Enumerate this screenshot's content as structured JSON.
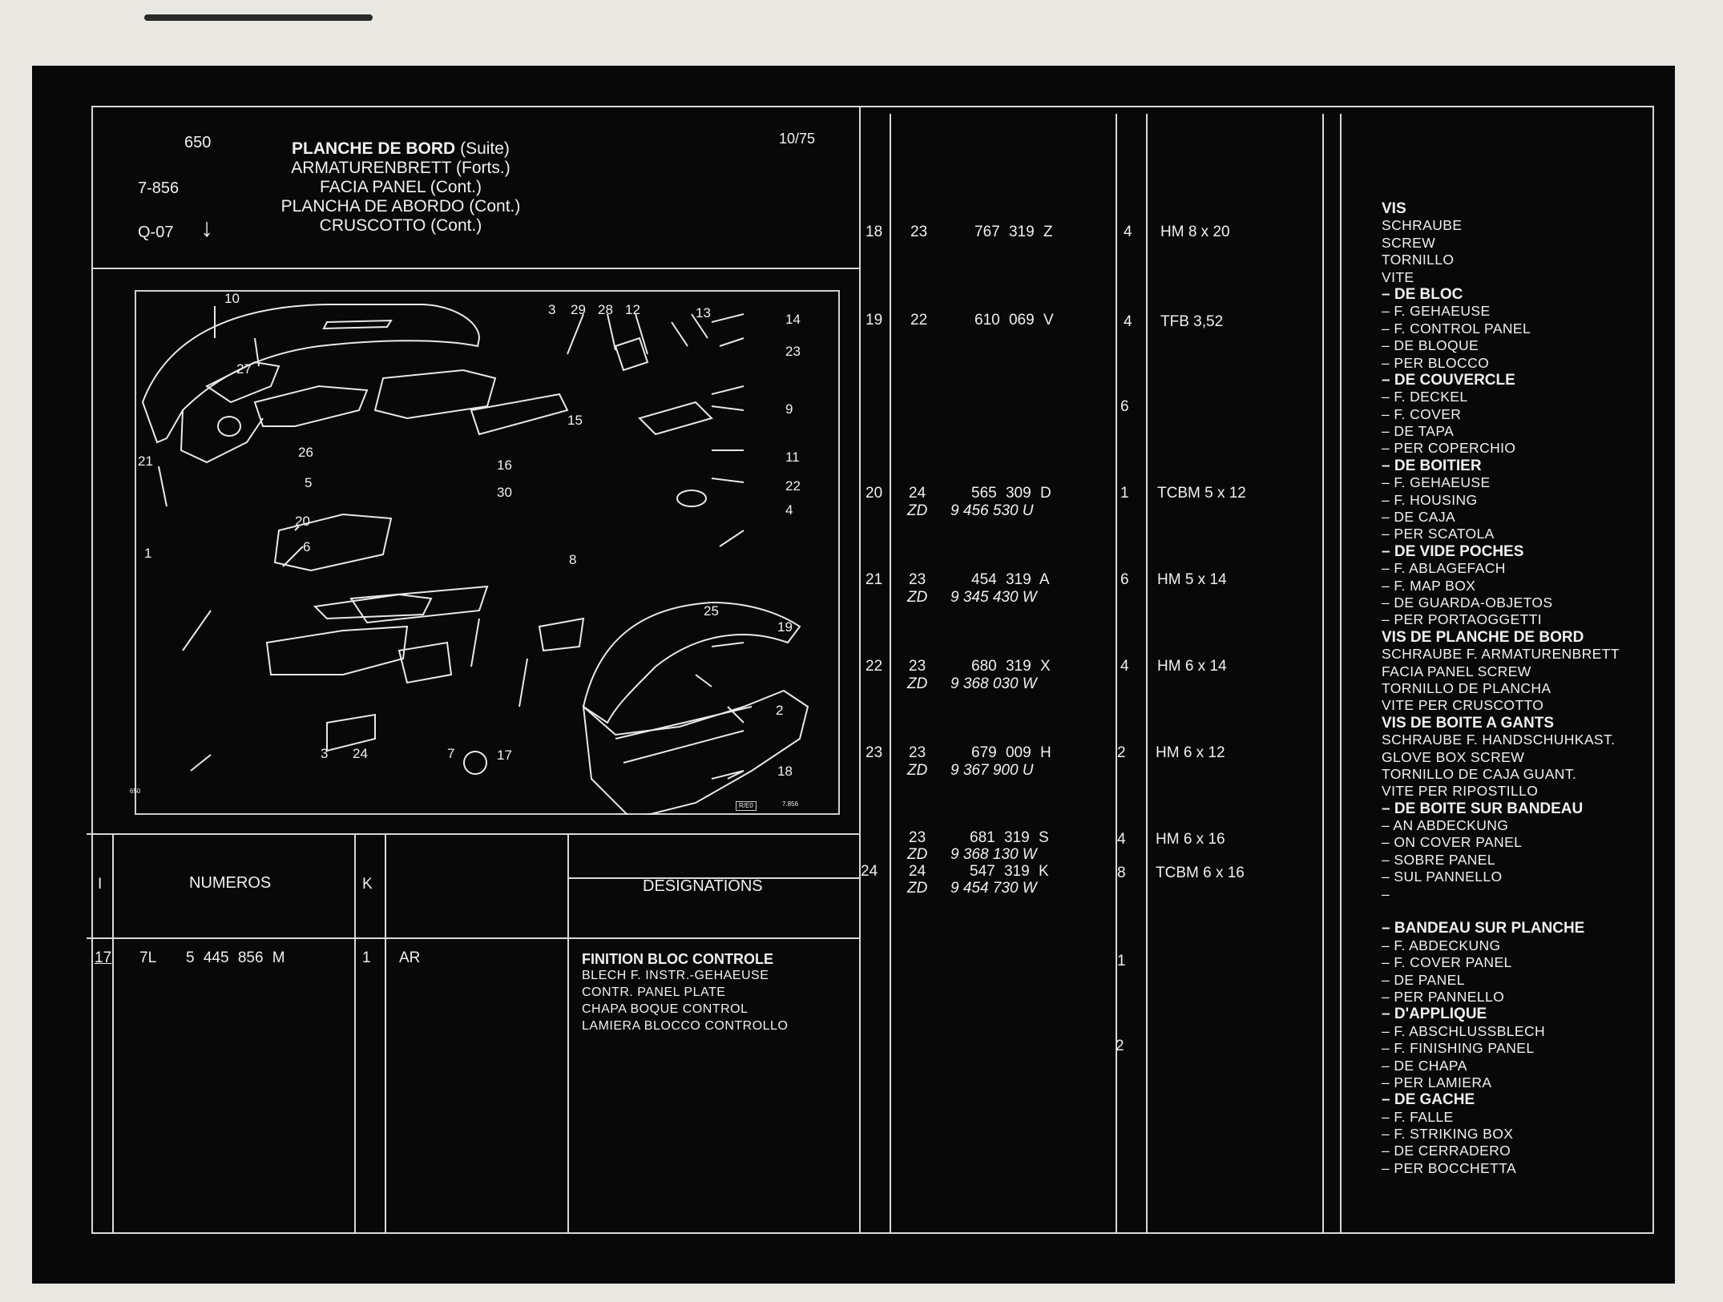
{
  "header": {
    "page_number": "650",
    "model_code": "7-856",
    "sub_code": "Q-07",
    "arrow": "↓",
    "date_code": "10/75",
    "title_main": "PLANCHE DE BORD",
    "title_suite": "(Suite)",
    "title_de": "ARMATURENBRETT (Forts.)",
    "title_en": "FACIA PANEL (Cont.)",
    "title_es": "PLANCHA DE ABORDO (Cont.)",
    "title_it": "CRUSCOTTO (Cont.)"
  },
  "diagram": {
    "callouts": [
      "10",
      "27",
      "3",
      "29",
      "28",
      "12",
      "13",
      "14",
      "23",
      "9",
      "21",
      "26",
      "15",
      "16",
      "11",
      "5",
      "30",
      "22",
      "20",
      "4",
      "6",
      "1",
      "8",
      "25",
      "19",
      "2",
      "3",
      "24",
      "7",
      "17",
      "18"
    ],
    "footer_left": "650",
    "footer_right": "7.856",
    "footer_box": "R/E0"
  },
  "table_header": {
    "col_index": "I",
    "col_numeros": "NUMEROS",
    "col_k": "K",
    "col_designations": "DESIGNATIONS"
  },
  "left_row": {
    "index": "17",
    "prefix": "7L",
    "number": "5 445 856 M",
    "qty": "1",
    "side": "AR",
    "desc_bold": "FINITION BLOC CONTROLE",
    "desc_lines": [
      "BLECH F. INSTR.-GEHAEUSE",
      "CONTR. PANEL PLATE",
      "CHAPA BOQUE CONTROL",
      "LAMIERA BLOCCO CONTROLLO"
    ]
  },
  "right_rows": [
    {
      "index": "18",
      "code": "23",
      "number": "767 319 Z",
      "alt_code": "",
      "alt_number": "",
      "qty": "4",
      "size": "HM 8 x 20"
    },
    {
      "index": "19",
      "code": "22",
      "number": "610 069 V",
      "alt_code": "",
      "alt_number": "",
      "qty": "4",
      "size": "TFB 3,52"
    },
    {
      "index": "",
      "code": "",
      "number": "",
      "alt_code": "",
      "alt_number": "",
      "qty": "6",
      "size": ""
    },
    {
      "index": "20",
      "code": "24",
      "number": "565 309 D",
      "alt_code": "ZD",
      "alt_number": "9 456 530 U",
      "qty": "1",
      "size": "TCBM 5 x 12"
    },
    {
      "index": "21",
      "code": "23",
      "number": "454 319 A",
      "alt_code": "ZD",
      "alt_number": "9 345 430 W",
      "qty": "6",
      "size": "HM 5 x 14"
    },
    {
      "index": "22",
      "code": "23",
      "number": "680 319 X",
      "alt_code": "ZD",
      "alt_number": "9 368 030 W",
      "qty": "4",
      "size": "HM 6 x 14"
    },
    {
      "index": "23",
      "code": "23",
      "number": "679 009 H",
      "alt_code": "ZD",
      "alt_number": "9 367 900 U",
      "qty": "2",
      "size": "HM 6 x 12"
    },
    {
      "index": "",
      "code": "23",
      "number": "681 319 S",
      "alt_code": "ZD",
      "alt_number": "9 368 130 W",
      "qty": "4",
      "size": "HM 6 x 16"
    },
    {
      "index": "24",
      "code": "24",
      "number": "547 319 K",
      "alt_code": "ZD",
      "alt_number": "9 454 730 W",
      "qty": "8",
      "size": "TCBM 6 x 16"
    },
    {
      "index": "",
      "code": "",
      "number": "",
      "alt_code": "",
      "alt_number": "",
      "qty": "1",
      "size": ""
    },
    {
      "index": "",
      "code": "",
      "number": "",
      "alt_code": "",
      "alt_number": "",
      "qty": "2",
      "size": ""
    }
  ],
  "designations": [
    {
      "text": "VIS",
      "bold": true
    },
    {
      "text": "SCHRAUBE",
      "bold": false
    },
    {
      "text": "SCREW",
      "bold": false
    },
    {
      "text": "TORNILLO",
      "bold": false
    },
    {
      "text": "VITE",
      "bold": false
    },
    {
      "text": "– DE BLOC",
      "bold": true
    },
    {
      "text": "– F. GEHAEUSE",
      "bold": false
    },
    {
      "text": "– F. CONTROL PANEL",
      "bold": false
    },
    {
      "text": "– DE BLOQUE",
      "bold": false
    },
    {
      "text": "– PER BLOCCO",
      "bold": false
    },
    {
      "text": "– DE COUVERCLE",
      "bold": true
    },
    {
      "text": "– F. DECKEL",
      "bold": false
    },
    {
      "text": "– F. COVER",
      "bold": false
    },
    {
      "text": "– DE TAPA",
      "bold": false
    },
    {
      "text": "– PER COPERCHIO",
      "bold": false
    },
    {
      "text": "– DE BOITIER",
      "bold": true
    },
    {
      "text": "– F. GEHAEUSE",
      "bold": false
    },
    {
      "text": "– F. HOUSING",
      "bold": false
    },
    {
      "text": "– DE CAJA",
      "bold": false
    },
    {
      "text": "– PER SCATOLA",
      "bold": false
    },
    {
      "text": "– DE VIDE POCHES",
      "bold": true
    },
    {
      "text": "– F. ABLAGEFACH",
      "bold": false
    },
    {
      "text": "– F. MAP BOX",
      "bold": false
    },
    {
      "text": "– DE GUARDA-OBJETOS",
      "bold": false
    },
    {
      "text": "– PER PORTAOGGETTI",
      "bold": false
    },
    {
      "text": "VIS DE PLANCHE DE BORD",
      "bold": true
    },
    {
      "text": "SCHRAUBE F. ARMATURENBRETT",
      "bold": false
    },
    {
      "text": "FACIA PANEL SCREW",
      "bold": false
    },
    {
      "text": "TORNILLO DE PLANCHA",
      "bold": false
    },
    {
      "text": "VITE PER CRUSCOTTO",
      "bold": false
    },
    {
      "text": "VIS DE BOITE A GANTS",
      "bold": true
    },
    {
      "text": "SCHRAUBE F. HANDSCHUHKAST.",
      "bold": false
    },
    {
      "text": "GLOVE BOX SCREW",
      "bold": false
    },
    {
      "text": "TORNILLO DE CAJA GUANT.",
      "bold": false
    },
    {
      "text": "VITE PER RIPOSTILLO",
      "bold": false
    },
    {
      "text": "– DE BOITE SUR BANDEAU",
      "bold": true
    },
    {
      "text": "– AN ABDECKUNG",
      "bold": false
    },
    {
      "text": "– ON COVER PANEL",
      "bold": false
    },
    {
      "text": "– SOBRE PANEL",
      "bold": false
    },
    {
      "text": "– SUL PANNELLO",
      "bold": false
    },
    {
      "text": "–",
      "bold": false
    },
    {
      "text": "",
      "bold": false
    },
    {
      "text": "– BANDEAU SUR PLANCHE",
      "bold": true
    },
    {
      "text": "– F. ABDECKUNG",
      "bold": false
    },
    {
      "text": "– F. COVER PANEL",
      "bold": false
    },
    {
      "text": "– DE PANEL",
      "bold": false
    },
    {
      "text": "– PER PANNELLO",
      "bold": false
    },
    {
      "text": "– D'APPLIQUE",
      "bold": true
    },
    {
      "text": "– F. ABSCHLUSSBLECH",
      "bold": false
    },
    {
      "text": "– F. FINISHING PANEL",
      "bold": false
    },
    {
      "text": "– DE CHAPA",
      "bold": false
    },
    {
      "text": "– PER LAMIERA",
      "bold": false
    },
    {
      "text": "– DE GACHE",
      "bold": true
    },
    {
      "text": "– F. FALLE",
      "bold": false
    },
    {
      "text": "– F. STRIKING BOX",
      "bold": false
    },
    {
      "text": "– DE CERRADERO",
      "bold": false
    },
    {
      "text": "– PER BOCCHETTA",
      "bold": false
    }
  ]
}
